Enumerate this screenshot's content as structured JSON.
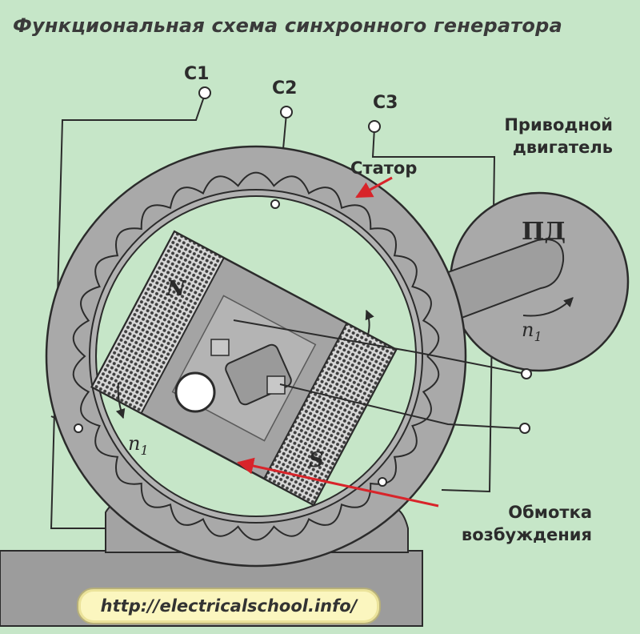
{
  "title": "Функциональная схема синхронного генератора",
  "terminals": {
    "c1": "C1",
    "c2": "C2",
    "c3": "C3"
  },
  "labels": {
    "drive_motor_line1": "Приводной",
    "drive_motor_line2": "двигатель",
    "stator": "Статор",
    "excitation_line1": "Обмотка",
    "excitation_line2": "возбуждения"
  },
  "motor_abbrev": "ПД",
  "poles": {
    "north": "N",
    "south": "S"
  },
  "speed_symbol": "n",
  "speed_subscript": "1",
  "url": "http://electricalschool.info/",
  "colors": {
    "background": "#c6e6c8",
    "frame_gray": "#a9a9a9",
    "outline": "#2b2b2b",
    "arrow_red": "#d8242a",
    "winding_dots": "#555555",
    "url_pill": "#fbf6bf"
  }
}
